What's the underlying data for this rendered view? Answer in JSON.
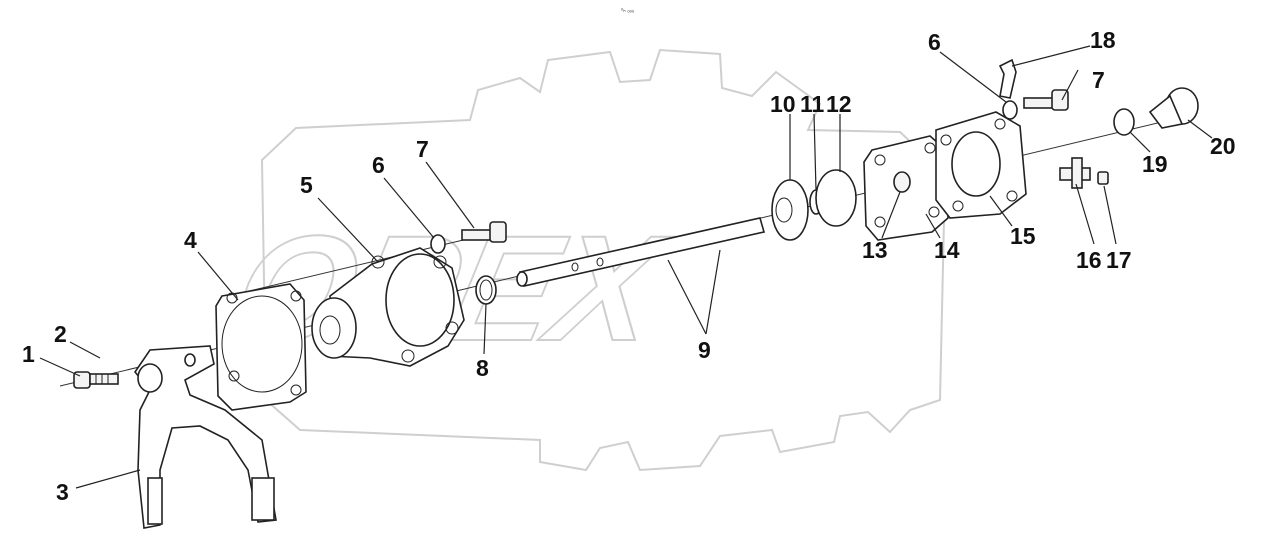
{
  "header_code": "ᵒₕ ₒₒₒ",
  "watermark": {
    "text": "OPEX"
  },
  "callouts": [
    "1",
    "2",
    "3",
    "4",
    "5",
    "6",
    "7",
    "8",
    "9",
    "10",
    "11",
    "12",
    "13",
    "14",
    "15",
    "6",
    "7",
    "16",
    "17",
    "18",
    "19",
    "20"
  ],
  "colors": {
    "line": "#222222",
    "watermark": "#cfcfcf",
    "background": "#ffffff"
  }
}
